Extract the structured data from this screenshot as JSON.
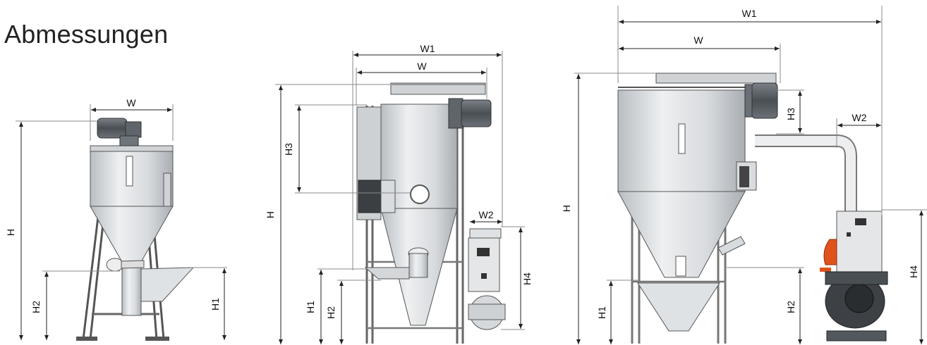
{
  "page_title": "Abmessungen",
  "machine_1": {
    "w": "W",
    "h": "H",
    "h1": "H1",
    "h2": "H2"
  },
  "machine_2": {
    "w1": "W1",
    "w": "W",
    "w2": "W2",
    "h": "H",
    "h1": "H1",
    "h2": "H2",
    "h3": "H3",
    "h4": "H4"
  },
  "machine_3": {
    "w1": "W1",
    "w": "W",
    "w2": "W2",
    "h": "H",
    "h1": "H1",
    "h2": "H2",
    "h3": "H3",
    "h4": "H4"
  },
  "colors": {
    "line": "#222222",
    "steel_light": "#e3e5e7",
    "steel_mid": "#c9cdd1",
    "steel_dark": "#8d9297",
    "motor": "#5b6167",
    "blower": "#3d4145",
    "accent": "#e0541c"
  }
}
